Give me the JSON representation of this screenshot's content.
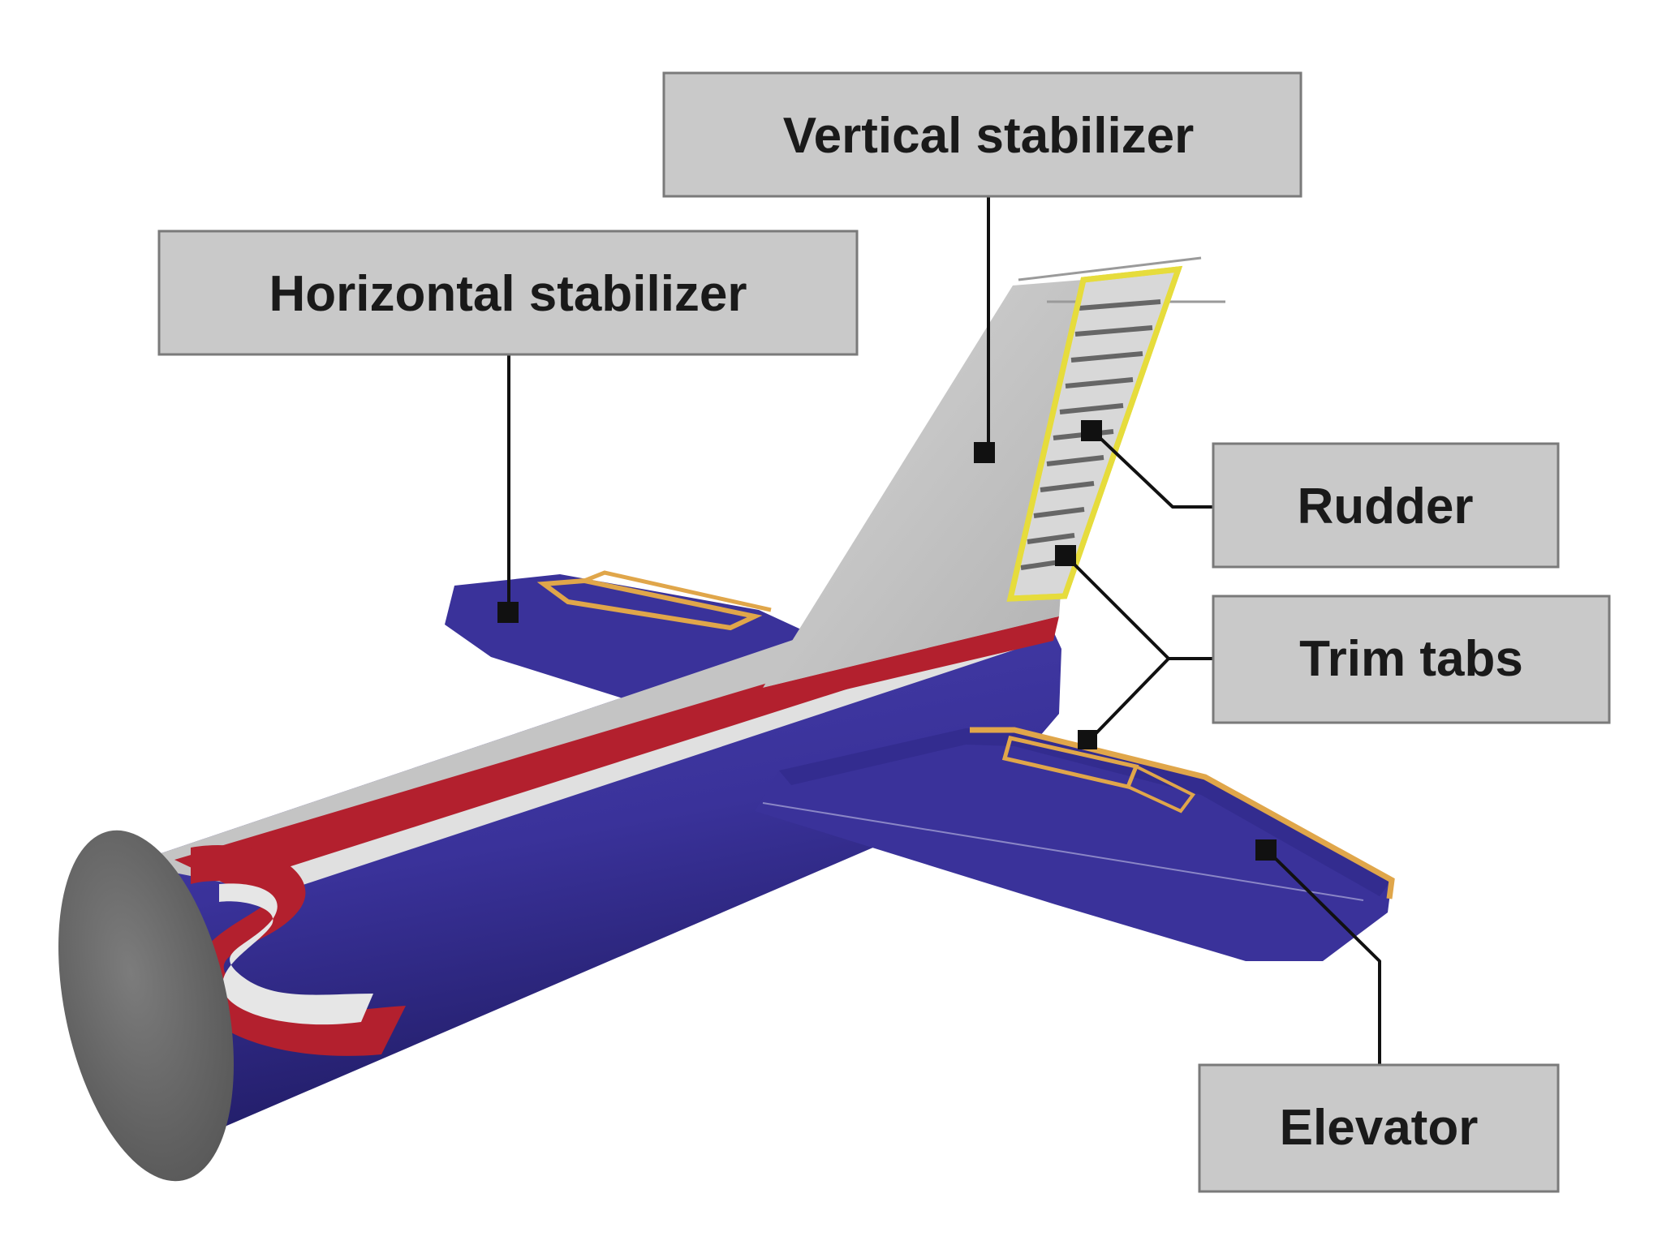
{
  "labels": {
    "vertical_stabilizer": "Vertical stabilizer",
    "horizontal_stabilizer": "Horizontal stabilizer",
    "rudder": "Rudder",
    "trim_tabs": "Trim tabs",
    "elevator": "Elevator"
  },
  "colors": {
    "fuselage_blue": "#3a329a",
    "fuselage_dark": "#241f6e",
    "fin_gray": "#c4c4c4",
    "stripe_red": "#b3202e",
    "trim_gold": "#e0a64a",
    "rudder_yellow": "#e6dc3c",
    "nose_gray": "#6b6b6b",
    "callout_fill": "#c9c9c9"
  },
  "icons": {
    "leader_anchor": "black-square-marker"
  }
}
